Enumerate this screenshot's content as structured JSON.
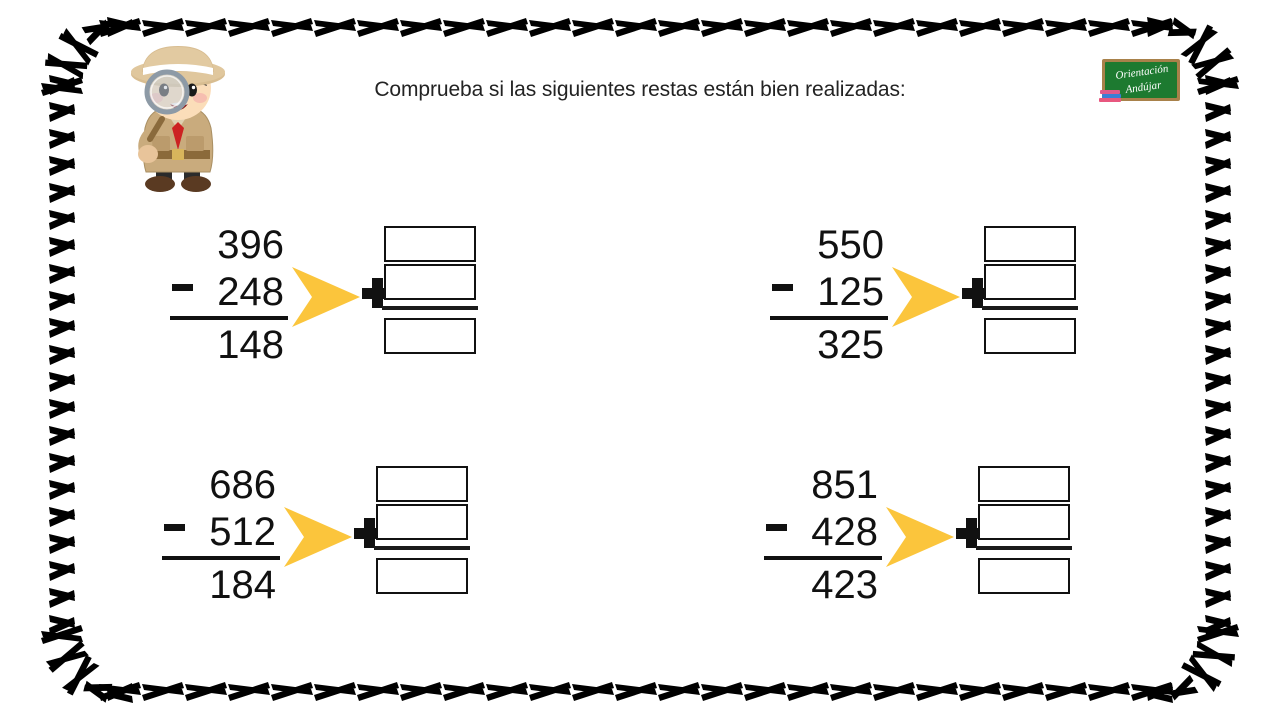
{
  "page": {
    "title_instruction": "Comprueba si las siguientes restas están bien realizadas:",
    "background_color": "#ffffff",
    "border_style": "cross-stitch-x-marks",
    "border_color": "#000000"
  },
  "mascot": {
    "name": "detective-character",
    "description": "cartoon detective boy with safari hat and magnifying glass",
    "hat_color": "#d8bd91",
    "coat_color": "#c9ab7d",
    "tie_color": "#cc2222",
    "skin_color": "#fbddb9",
    "shoe_color": "#5a3a22"
  },
  "logo": {
    "line1": "Orientación",
    "line2": "Andújar",
    "board_color": "#1e7a2e",
    "frame_color": "#b08a4a",
    "text_color": "#ffffff"
  },
  "symbols": {
    "arrow_color": "#fbc53c",
    "minus_sign": "−",
    "plus_sign": "+",
    "ink_color": "#111111"
  },
  "problems": [
    {
      "id": "problem-1",
      "minuend": "396",
      "subtrahend": "248",
      "difference": "148",
      "check_box_top": "",
      "check_box_middle": "",
      "check_box_result": ""
    },
    {
      "id": "problem-2",
      "minuend": "550",
      "subtrahend": "125",
      "difference": "325",
      "check_box_top": "",
      "check_box_middle": "",
      "check_box_result": ""
    },
    {
      "id": "problem-3",
      "minuend": "686",
      "subtrahend": "512",
      "difference": "184",
      "check_box_top": "",
      "check_box_middle": "",
      "check_box_result": ""
    },
    {
      "id": "problem-4",
      "minuend": "851",
      "subtrahend": "428",
      "difference": "423",
      "check_box_top": "",
      "check_box_middle": "",
      "check_box_result": ""
    }
  ]
}
